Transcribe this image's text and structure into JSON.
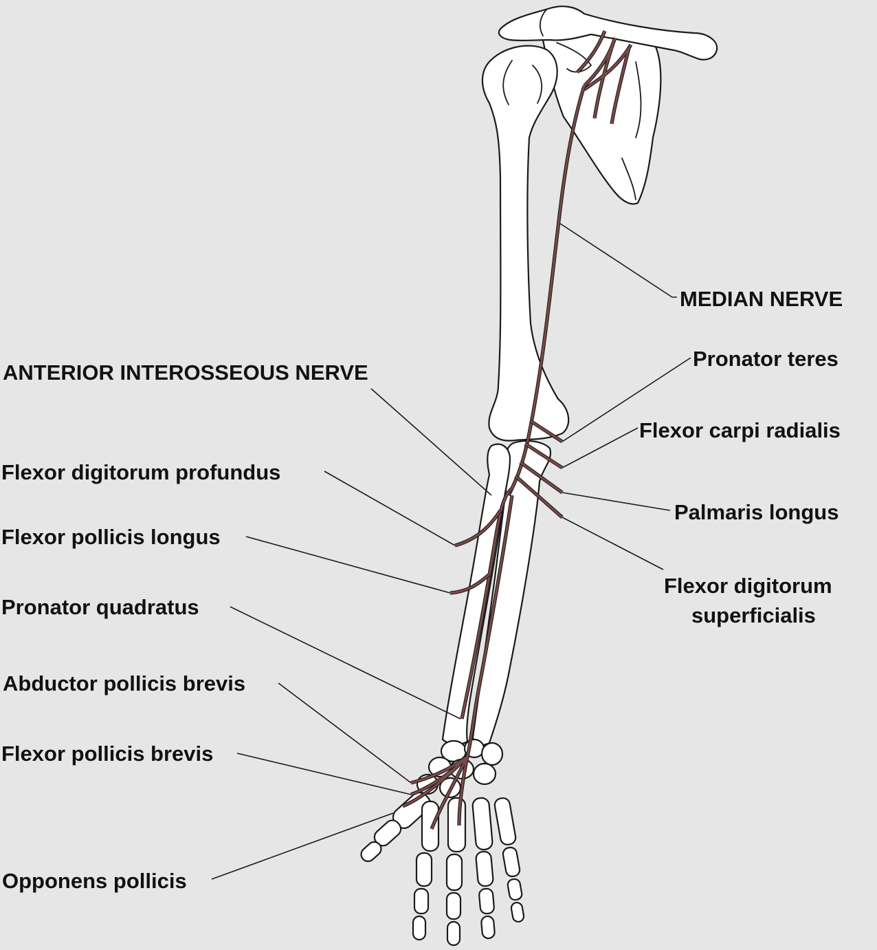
{
  "figure": {
    "nerve_color": "#7c4a48",
    "background": "#e6e6e6",
    "labels": {
      "median_nerve": "MEDIAN NERVE",
      "pronator_teres": "Pronator teres",
      "flexor_carpi_radialis": "Flexor carpi radialis",
      "palmaris_longus": "Palmaris longus",
      "fds_line1": "Flexor digitorum",
      "fds_line2": "superficialis",
      "anterior_interosseous": "ANTERIOR INTEROSSEOUS NERVE",
      "fdp": "Flexor digitorum profundus",
      "fpl": "Flexor pollicis longus",
      "pronator_quadratus": "Pronator quadratus",
      "apb": "Abductor pollicis brevis",
      "fpb": "Flexor pollicis brevis",
      "opponens": "Opponens pollicis"
    }
  }
}
